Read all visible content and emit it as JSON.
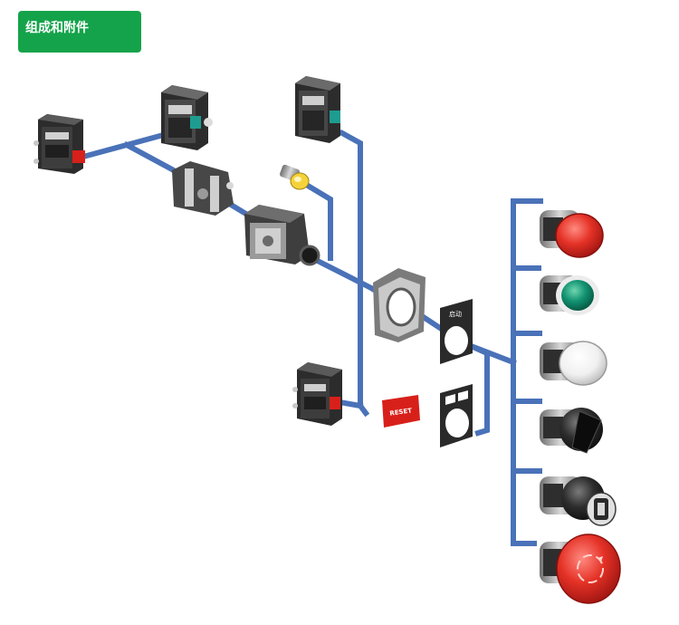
{
  "header": {
    "title": "组成和附件"
  },
  "labels": {
    "start_plate": "启动",
    "reset_plate": "RESET"
  },
  "colors": {
    "header_bg": "#14a34a",
    "wire": "#4a72b8",
    "red": "#d8201a",
    "green": "#0f8c6a",
    "white_btn": "#f4f4f4",
    "dark": "#3a3a3a"
  },
  "components": [
    "contact-block-left",
    "contact-block-top",
    "mount-block",
    "contact-block-mid-top",
    "lamp-bulb",
    "body-housing",
    "adapter-collar",
    "contact-block-bottom",
    "reset-plate",
    "start-label-plate",
    "blank-label-plate",
    "push-button-red",
    "push-button-green",
    "push-button-white",
    "selector-switch",
    "key-switch",
    "emergency-stop-button"
  ]
}
